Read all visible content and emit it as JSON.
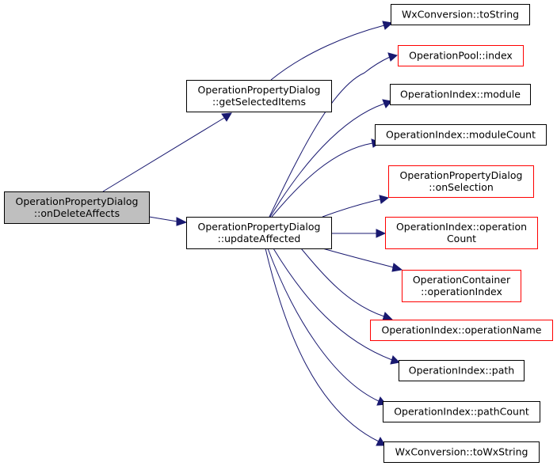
{
  "colors": {
    "edge": "#191970",
    "black_border": "#000000",
    "red_border": "#ff0000",
    "focus_fill": "#bfbfbf",
    "node_fill": "#ffffff"
  },
  "nodes": {
    "on_delete_affects": {
      "lines": [
        "OperationPropertyDialog",
        "::onDeleteAffects"
      ],
      "border": "black",
      "focus": true
    },
    "get_selected_items": {
      "lines": [
        "OperationPropertyDialog",
        "::getSelectedItems"
      ],
      "border": "black"
    },
    "update_affected": {
      "lines": [
        "OperationPropertyDialog",
        "::updateAffected"
      ],
      "border": "black"
    },
    "to_string": {
      "lines": [
        "WxConversion::toString"
      ],
      "border": "black"
    },
    "pool_index": {
      "lines": [
        "OperationPool::index"
      ],
      "border": "red"
    },
    "index_module": {
      "lines": [
        "OperationIndex::module"
      ],
      "border": "black"
    },
    "module_count": {
      "lines": [
        "OperationIndex::moduleCount"
      ],
      "border": "black"
    },
    "on_selection": {
      "lines": [
        "OperationPropertyDialog",
        "::onSelection"
      ],
      "border": "red"
    },
    "operation_count": {
      "lines": [
        "OperationIndex::operation",
        "Count"
      ],
      "border": "red"
    },
    "container_operation_index": {
      "lines": [
        "OperationContainer",
        "::operationIndex"
      ],
      "border": "red"
    },
    "operation_name": {
      "lines": [
        "OperationIndex::operationName"
      ],
      "border": "red"
    },
    "index_path": {
      "lines": [
        "OperationIndex::path"
      ],
      "border": "black"
    },
    "path_count": {
      "lines": [
        "OperationIndex::pathCount"
      ],
      "border": "black"
    },
    "to_wx_string": {
      "lines": [
        "WxConversion::toWxString"
      ],
      "border": "black"
    }
  },
  "edges": [
    {
      "from": "on_delete_affects",
      "to": "get_selected_items"
    },
    {
      "from": "on_delete_affects",
      "to": "update_affected"
    },
    {
      "from": "get_selected_items",
      "to": "to_string"
    },
    {
      "from": "update_affected",
      "to": "pool_index"
    },
    {
      "from": "update_affected",
      "to": "index_module"
    },
    {
      "from": "update_affected",
      "to": "module_count"
    },
    {
      "from": "update_affected",
      "to": "on_selection"
    },
    {
      "from": "update_affected",
      "to": "operation_count"
    },
    {
      "from": "update_affected",
      "to": "container_operation_index"
    },
    {
      "from": "update_affected",
      "to": "operation_name"
    },
    {
      "from": "update_affected",
      "to": "index_path"
    },
    {
      "from": "update_affected",
      "to": "path_count"
    },
    {
      "from": "update_affected",
      "to": "to_wx_string"
    }
  ]
}
